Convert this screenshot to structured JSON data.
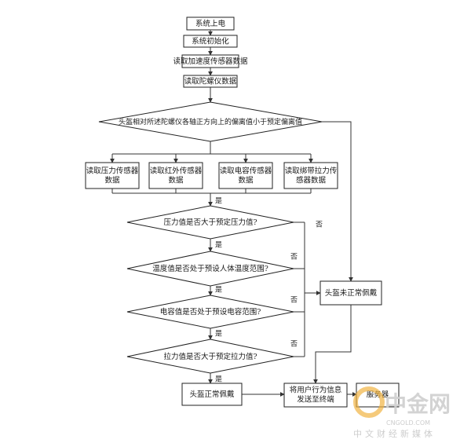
{
  "colors": {
    "line": "#333333",
    "box_stroke": "#222222",
    "watermark_grey": "#c8c8c8",
    "watermark_orange": "#f0b23c"
  },
  "nodes": {
    "power_on": "系统上电",
    "init": "系统初始化",
    "read_accel": "读取加速度传感器数据",
    "read_gyro": "读取陀螺仪数据",
    "deviation_check": "头盔相对所述陀螺仪各轴正方向上的偏离值小于预定偏离值",
    "read_pressure": [
      "读取压力传感器",
      "数据"
    ],
    "read_infrared": [
      "读取红外传感器",
      "数据"
    ],
    "read_capacitance": [
      "读取电容传感器",
      "数据"
    ],
    "read_tension": [
      "读取绑带拉力传",
      "感器数据"
    ],
    "pressure_check": "压力值是否大于预定压力值?",
    "temp_check": "温度值是否处于预设人体温度范围?",
    "cap_check": "电容值是否处于预设电容范围?",
    "tension_check": "拉力值是否大于预定拉力值?",
    "helmet_not_worn": "头盔未正常佩戴",
    "helmet_worn": "头盔正常佩戴",
    "send_behavior": [
      "将用户行为信息",
      "发送至终端"
    ],
    "server": "服务器"
  },
  "labels": {
    "yes": "是",
    "no": "否"
  },
  "watermark": {
    "brand": "中金网",
    "domain": "CNGOLD.COM",
    "tagline": "中文财经新媒体"
  }
}
